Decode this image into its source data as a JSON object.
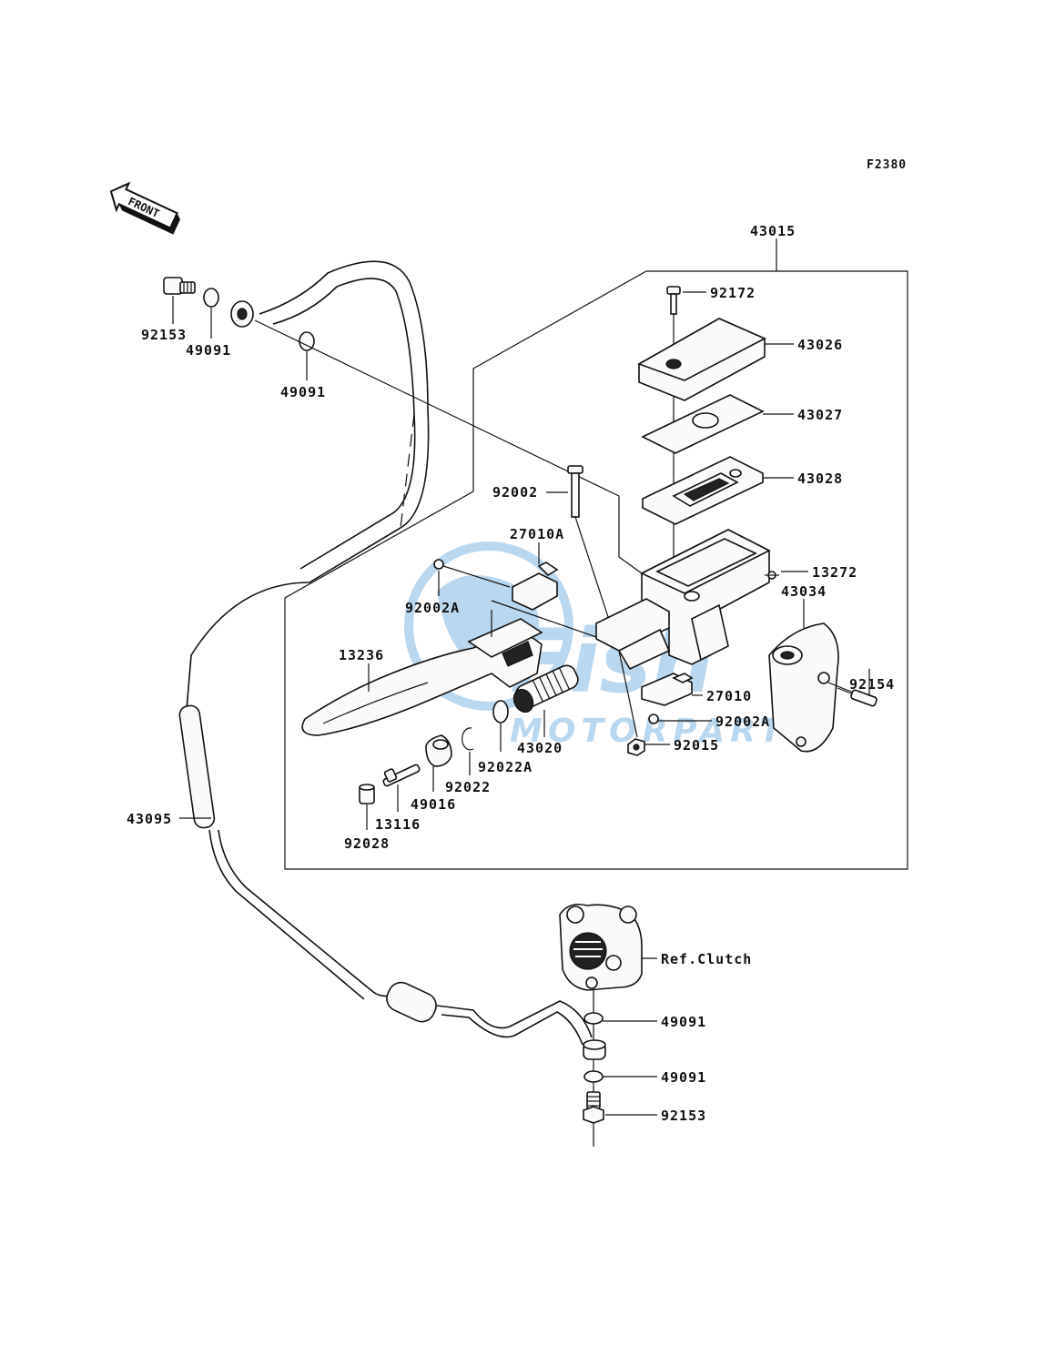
{
  "figure_code": "F2380",
  "front_arrow_label": "FRONT",
  "watermark": {
    "brand": "Fish",
    "sub": "MOTORPARTS",
    "color": "#3a8fd0"
  },
  "labels": {
    "assembly": "43015",
    "p92172": "92172",
    "p43026": "43026",
    "p43027": "43027",
    "p43028": "43028",
    "p92002": "92002",
    "p27010A": "27010A",
    "p13272": "13272",
    "p43034": "43034",
    "p92002A_top": "92002A",
    "p13236": "13236",
    "p92154": "92154",
    "p27010": "27010",
    "p92002A_low": "92002A",
    "p43020": "43020",
    "p92015": "92015",
    "p92022A": "92022A",
    "p92022": "92022",
    "p49016": "49016",
    "p13116": "13116",
    "p92028": "92028",
    "p43095": "43095",
    "p92153_top": "92153",
    "p49091_top": "49091",
    "p49091_mid": "49091",
    "ref_clutch": "Ref.Clutch",
    "p49091_b1": "49091",
    "p49091_b2": "49091",
    "p92153_bot": "92153"
  }
}
